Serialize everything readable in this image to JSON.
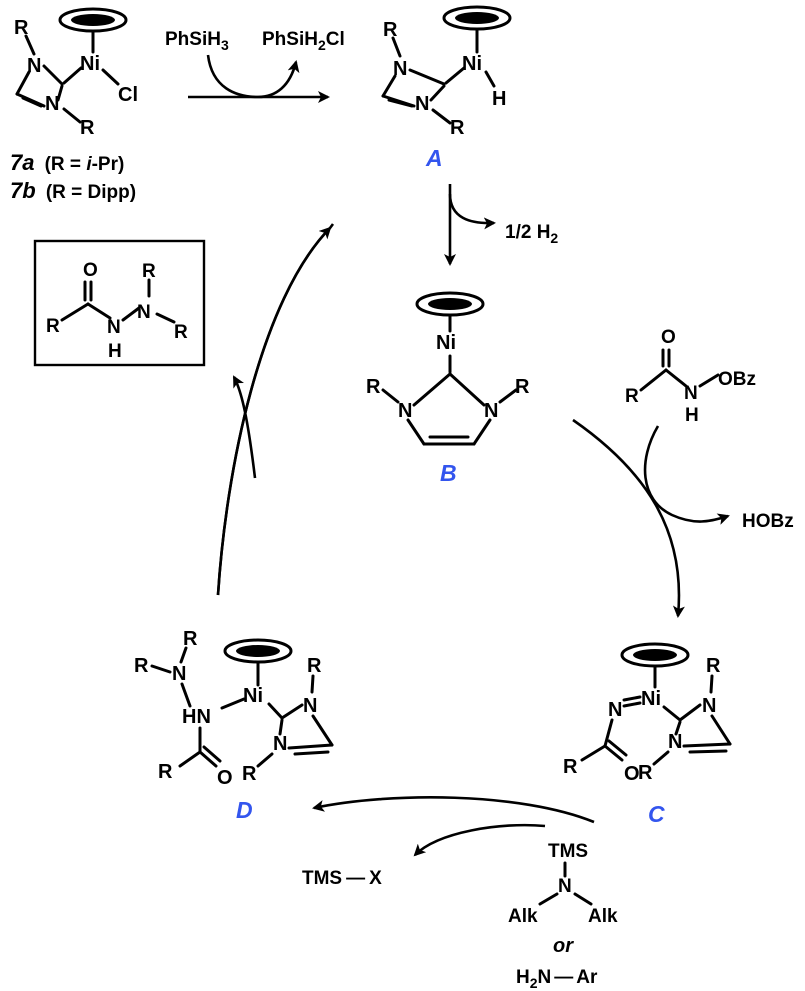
{
  "colors": {
    "intermediate_label": "#3355ee",
    "ink": "#000000"
  },
  "reagents": {
    "silane": "PhSiH3",
    "silane_byproduct": "PhSiH2Cl",
    "hydrogen": "1/2 H2",
    "substrate": {
      "left": "R",
      "oxo": "O",
      "nh": "H",
      "nh_N": "N",
      "leaving": "OBz"
    },
    "hobz": "HOBz",
    "tmsx": "TMS—X",
    "amine_tms": "TMS",
    "amine_n": "N",
    "amine_alk_left": "Alk",
    "amine_alk_right": "Alk",
    "or": "or",
    "aniline": "H2N—Ar"
  },
  "precatalysts": {
    "line1": {
      "num": "7a",
      "text": "(R = ",
      "r": "i",
      "tail": "-Pr)"
    },
    "line2": {
      "num": "7b",
      "text": "(R = Dipp)"
    }
  },
  "intermediates": {
    "A": "A",
    "B": "B",
    "C": "C",
    "D": "D"
  },
  "atoms": {
    "ni": "Ni",
    "n": "N",
    "r": "R",
    "cl": "Cl",
    "h": "H",
    "o": "O",
    "hn": "HN"
  }
}
